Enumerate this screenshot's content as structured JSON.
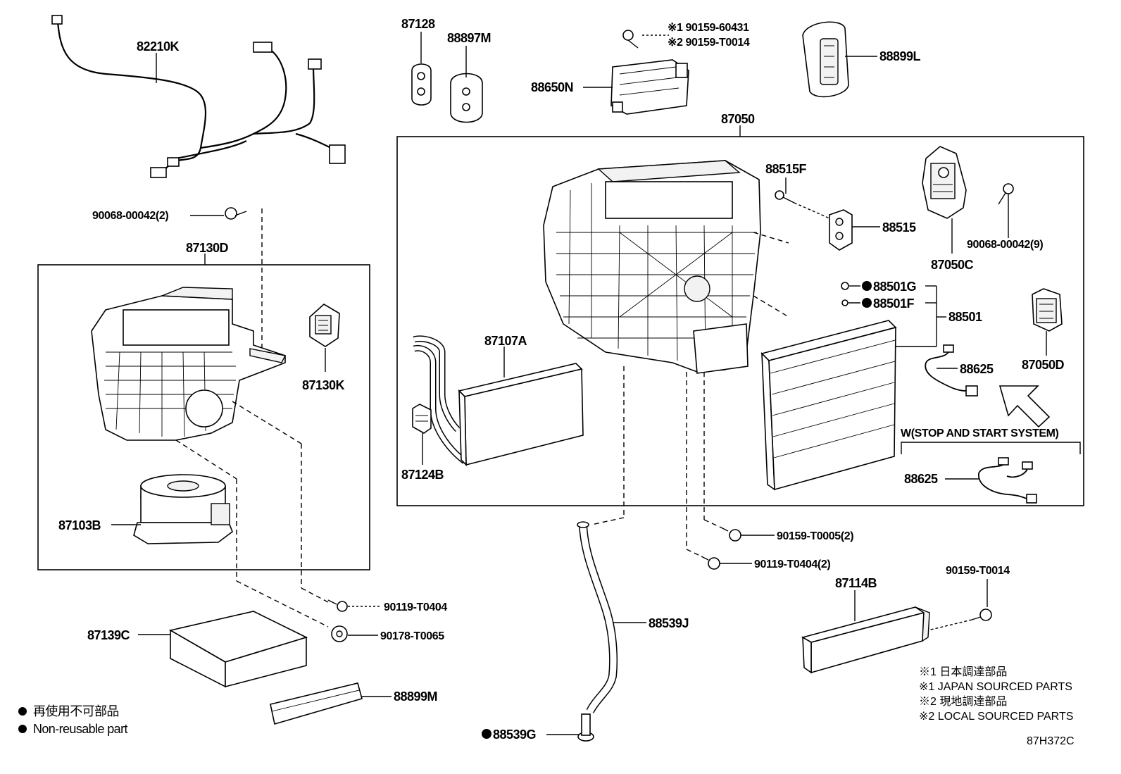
{
  "parts": {
    "wire_harness": "82210K",
    "clip": "87128",
    "grommet": "88897M",
    "ecu_note1": "※1 90159-60431",
    "ecu_note2": "※2 90159-T0014",
    "ecu": "88650N",
    "register": "88899L",
    "unit_assy": "87050",
    "bolt_left": "90068-00042(2)",
    "blower_unit": "87130D",
    "resistor": "87130K",
    "heater_core": "87107A",
    "core_clamp": "87124B",
    "blower_motor": "87103B",
    "valve_bolt": "88515F",
    "expansion_valve": "88515",
    "servo": "87050C",
    "bolt_right": "90068-00042(9)",
    "oring_g": "88501G",
    "oring_f": "88501F",
    "evaporator": "88501",
    "thermistor": "88625",
    "actuator": "87050D",
    "stop_start": "W(STOP AND START SYSTEM)",
    "thermistor_ss": "88625",
    "screw_t0005": "90159-T0005(2)",
    "screw_t0404_2": "90119-T0404(2)",
    "screw_t0404": "90119-T0404",
    "nut_t0065": "90178-T0065",
    "filter": "87139C",
    "drain_hose": "88539J",
    "heater_ptc": "87114B",
    "screw_t0014": "90159-T0014",
    "cover": "88899M",
    "drain_grommet": "88539G"
  },
  "notes": {
    "n1_jp": "※1 日本調達部品",
    "n1_en": "※1 JAPAN SOURCED PARTS",
    "n2_jp": "※2 現地調達部品",
    "n2_en": "※2 LOCAL SOURCED PARTS"
  },
  "legend": {
    "jp": "再使用不可部品",
    "en": "Non-reusable part"
  },
  "figure_id": "87H372C"
}
